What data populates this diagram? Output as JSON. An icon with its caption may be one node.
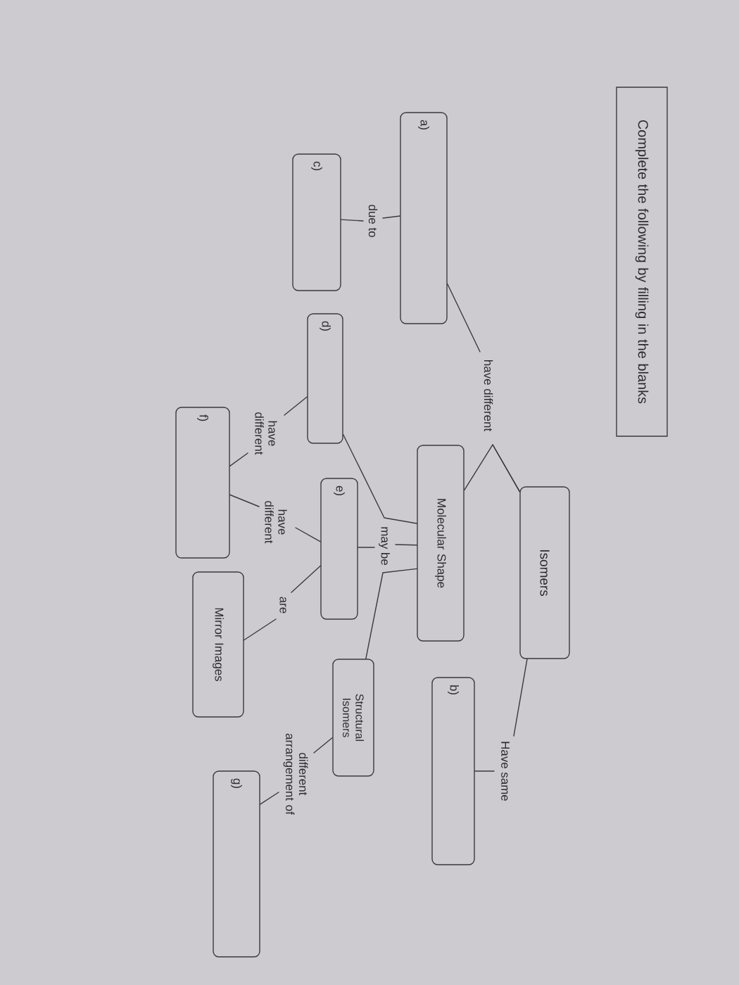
{
  "diagram": {
    "title": "Complete the following by filling in the blanks",
    "nodes": [
      {
        "text": [
          "Isomers"
        ]
      },
      {
        "text": [
          "a)"
        ]
      },
      {
        "text": [
          "Molecular Shape"
        ]
      },
      {
        "text": [
          "b)"
        ]
      },
      {
        "text": [
          "c)"
        ]
      },
      {
        "text": [
          "d)"
        ]
      },
      {
        "text": [
          "e)"
        ]
      },
      {
        "text": [
          "Structural Isomers"
        ]
      },
      {
        "text": [
          "f)"
        ]
      },
      {
        "text": [
          "Mirror Images"
        ]
      },
      {
        "text": [
          "g)"
        ]
      }
    ],
    "edges": [
      {
        "from": 0,
        "to": 1,
        "arrow": "none",
        "label": "have different"
      },
      {
        "from": 0,
        "to": 2,
        "arrow": "none"
      },
      {
        "from": 0,
        "to": 3,
        "arrow": "none",
        "label": "Have same"
      },
      {
        "from": 1,
        "to": 4,
        "arrow": "none",
        "label": "due to"
      },
      {
        "from": 2,
        "to": 6,
        "arrow": "none",
        "label": "may be"
      },
      {
        "from": 2,
        "to": 5,
        "arrow": "none"
      },
      {
        "from": 2,
        "to": 7,
        "arrow": "none"
      },
      {
        "from": 5,
        "to": 8,
        "arrow": "none",
        "label": "have different"
      },
      {
        "from": 6,
        "to": 8,
        "arrow": "none",
        "label": "have different"
      },
      {
        "from": 6,
        "to": 9,
        "arrow": "none",
        "label": "are"
      },
      {
        "from": 7,
        "to": 10,
        "arrow": "none",
        "label": "different arrangement of"
      }
    ]
  }
}
